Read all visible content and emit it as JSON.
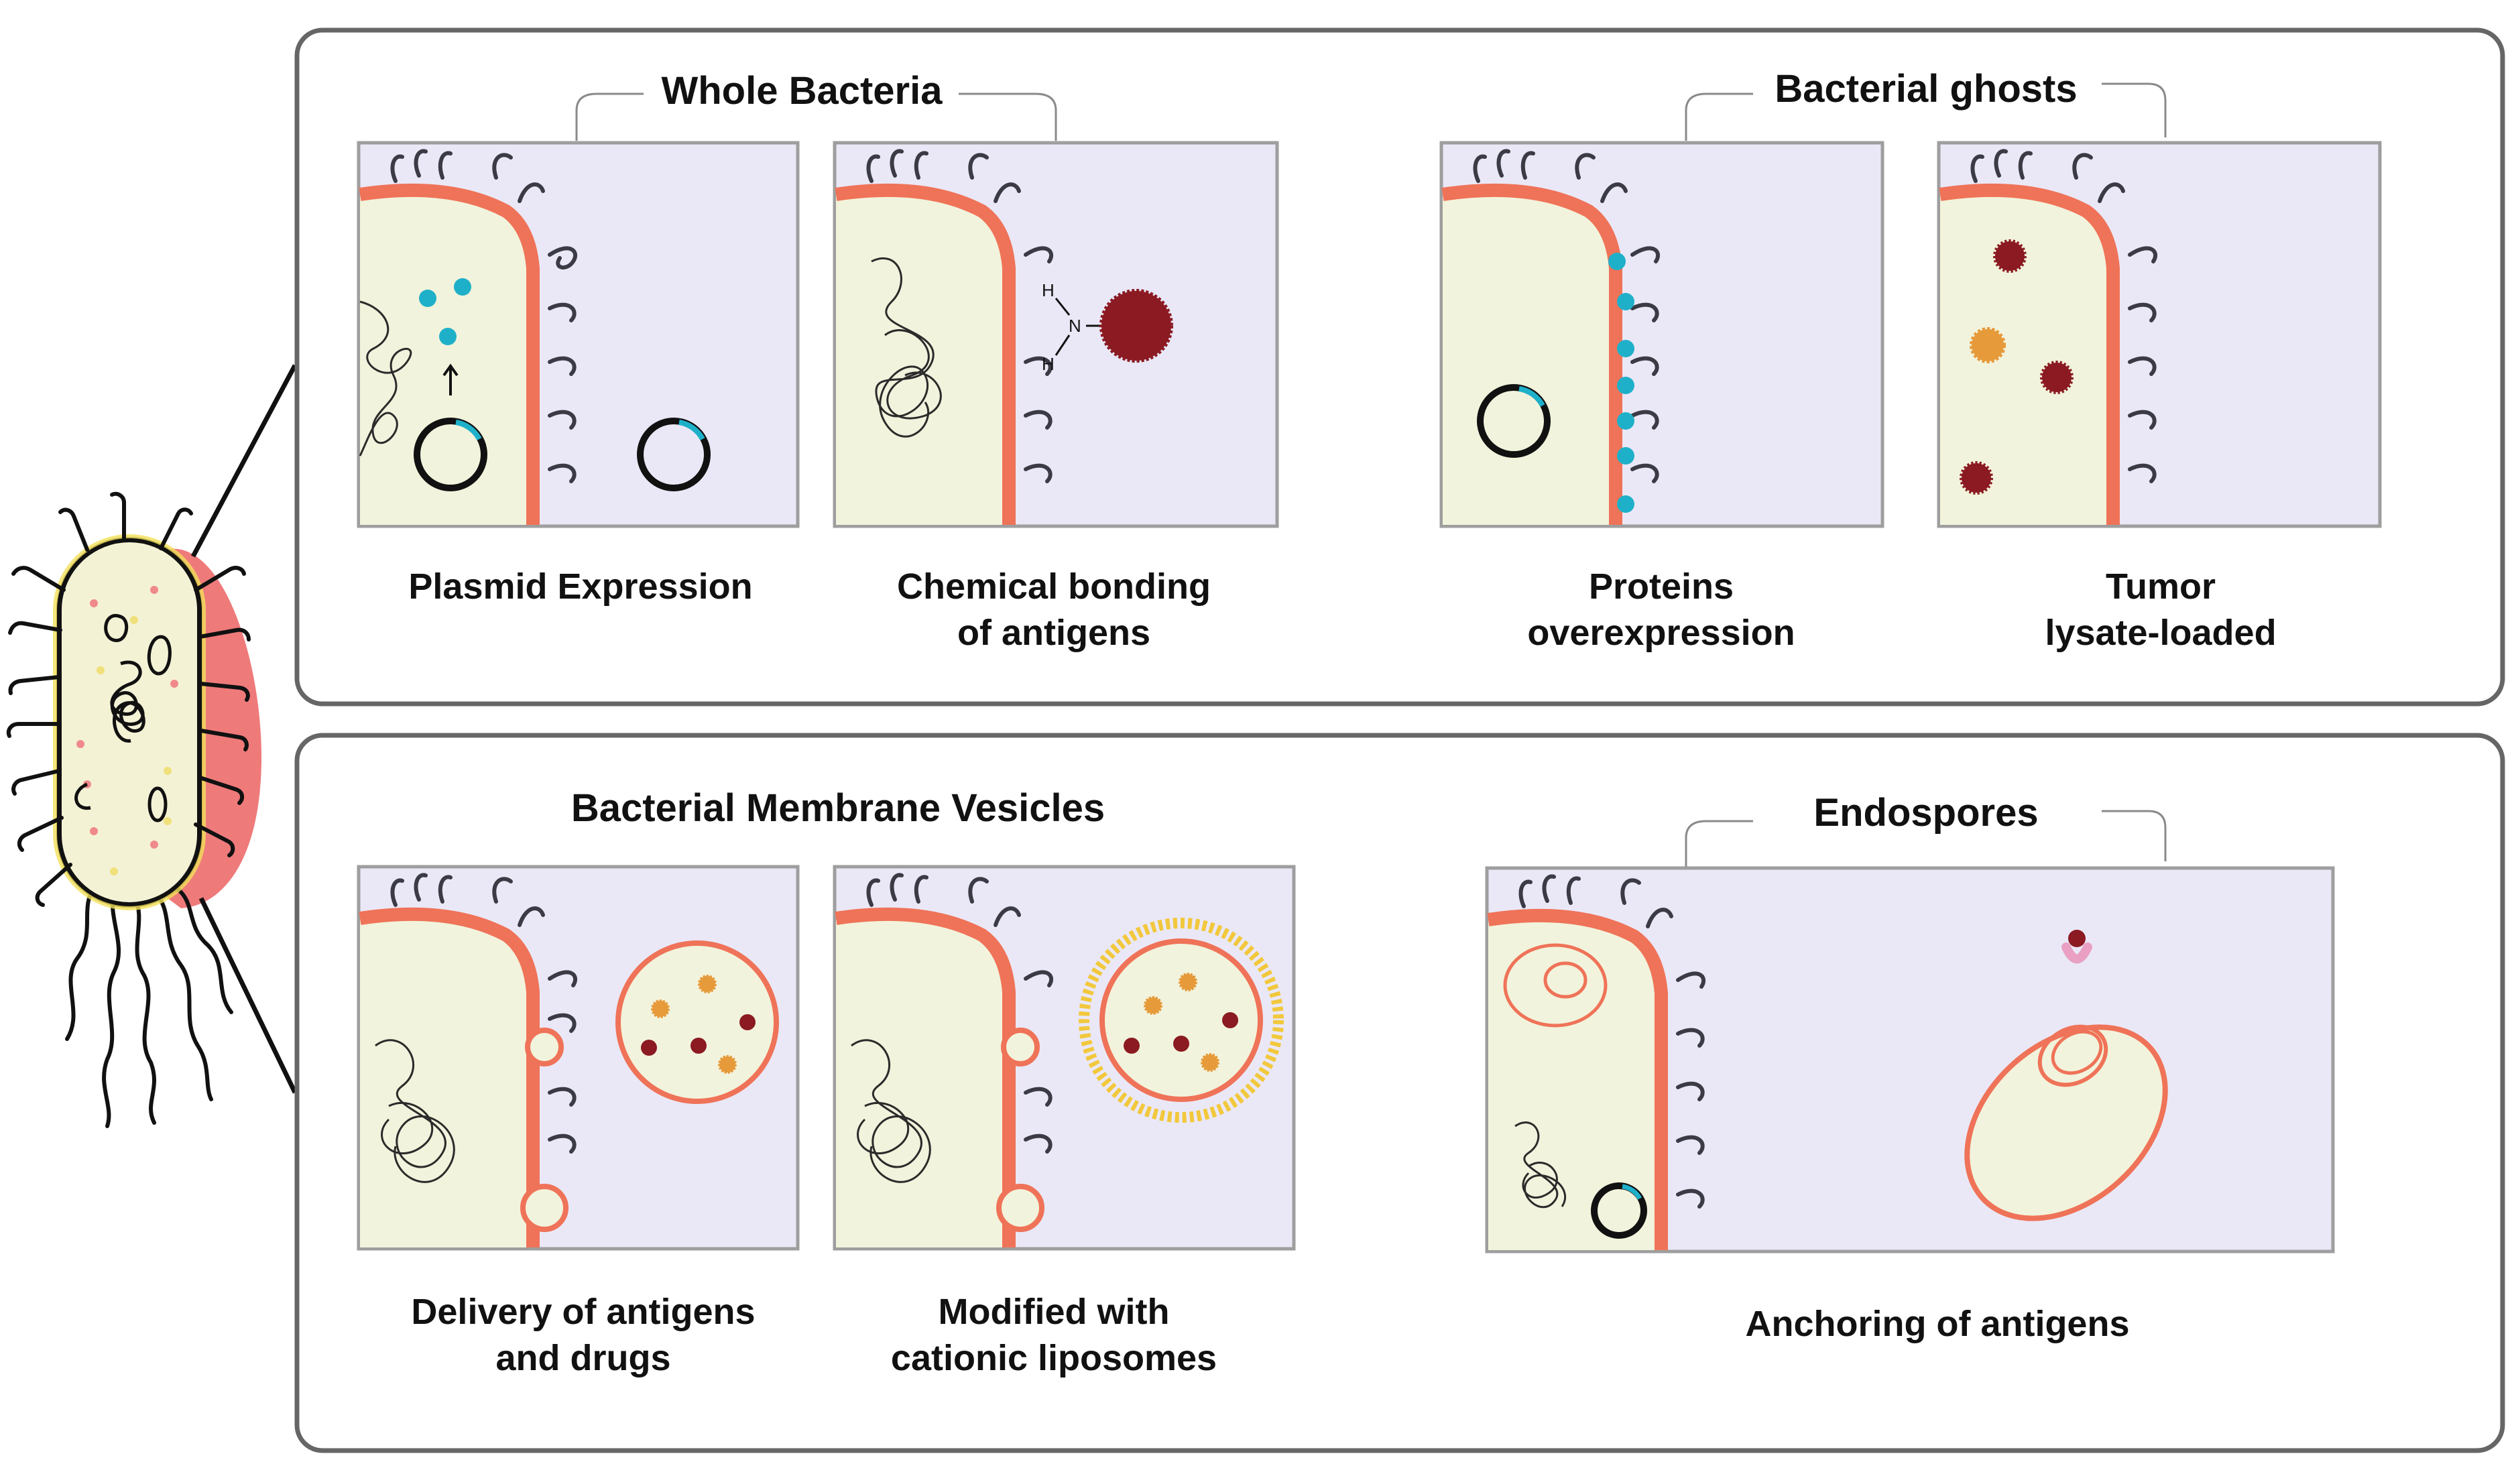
{
  "colors": {
    "panel_border": "#666666",
    "box_background": "#eae8f7",
    "cell_fill": "#f2f3dc",
    "cell_wall": "#ef7358",
    "antigen_cyan": "#1fb0c9",
    "antigen_dark_red": "#8b1a22",
    "antigen_orange": "#e69a3a",
    "cationic_lipid": "#f2c83c"
  },
  "panels": {
    "top": {
      "groups": [
        {
          "heading": "Whole Bacteria",
          "items": [
            {
              "caption_lines": [
                "Plasmid Expression"
              ]
            },
            {
              "caption_lines": [
                "Chemical bonding",
                "of antigens"
              ]
            }
          ]
        },
        {
          "heading": "Bacterial ghosts",
          "items": [
            {
              "caption_lines": [
                "Proteins",
                "overexpression"
              ]
            },
            {
              "caption_lines": [
                "Tumor",
                "lysate-loaded"
              ]
            }
          ]
        }
      ]
    },
    "bottom": {
      "groups": [
        {
          "heading": "Bacterial Membrane Vesicles",
          "items": [
            {
              "caption_lines": [
                "Delivery of antigens",
                "and drugs"
              ]
            },
            {
              "caption_lines": [
                "Modified with",
                "cationic liposomes"
              ]
            }
          ]
        },
        {
          "heading": "Endospores",
          "items": [
            {
              "caption_lines": [
                "Anchoring of antigens"
              ]
            }
          ]
        }
      ]
    }
  },
  "chemistry_labels": {
    "hydrogen": "H",
    "nitrogen": "N"
  }
}
